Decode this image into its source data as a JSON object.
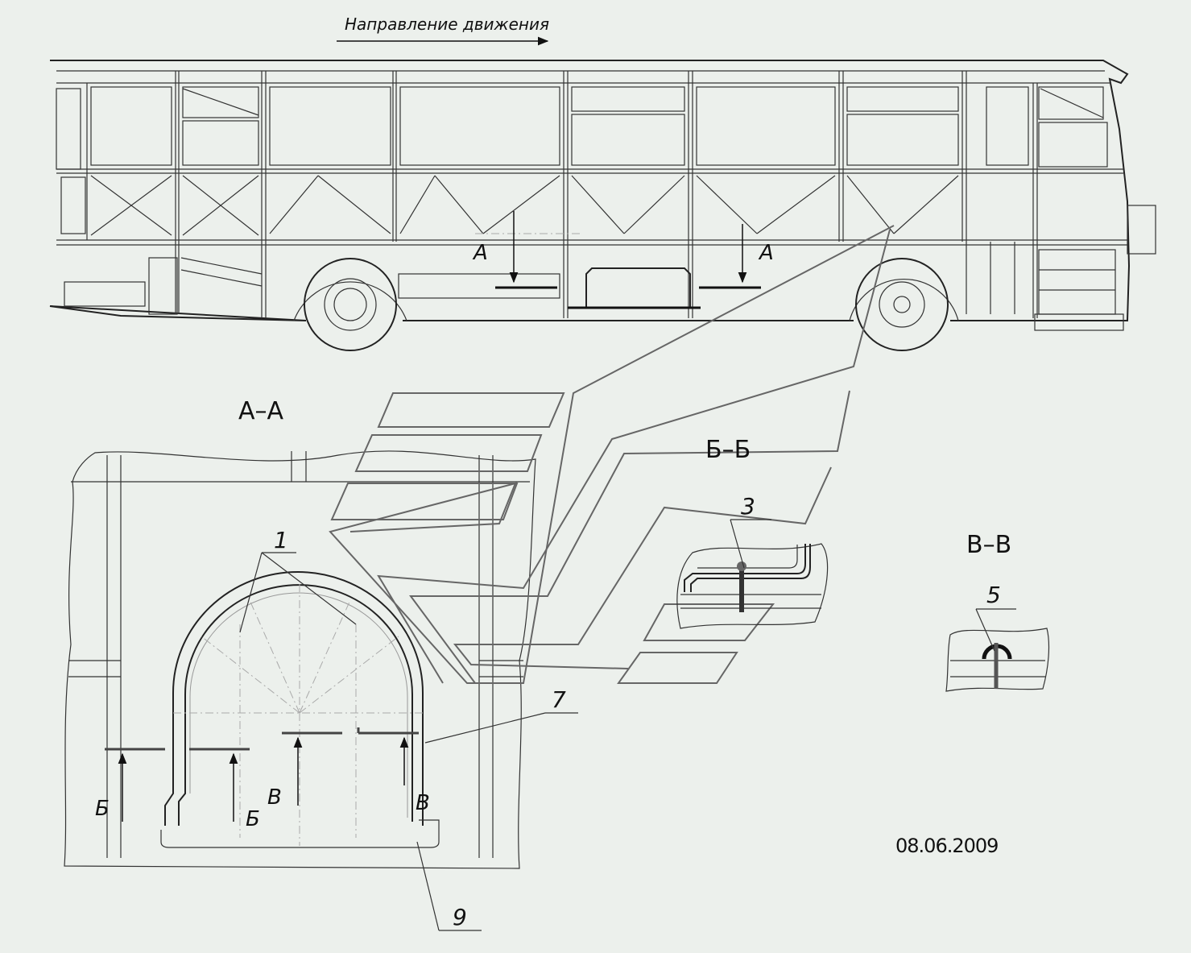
{
  "header": {
    "direction_label": "Направление движения"
  },
  "side_view": {
    "section_mark_left": "А",
    "section_mark_right": "А"
  },
  "section_aa": {
    "title": "А–А",
    "callout_1": "1",
    "callout_7": "7",
    "callout_9": "9",
    "mark_b_left": "Б",
    "mark_b_right": "Б",
    "mark_v_left": "В",
    "mark_v_right": "В"
  },
  "section_bb": {
    "title": "Б–Б",
    "callout_3": "3"
  },
  "section_vv": {
    "title": "В–В",
    "callout_5": "5"
  },
  "footer": {
    "date": "08.06.2009"
  },
  "colors": {
    "background": "#ecf0ec",
    "line": "#222222",
    "leader_grey": "#666666"
  }
}
